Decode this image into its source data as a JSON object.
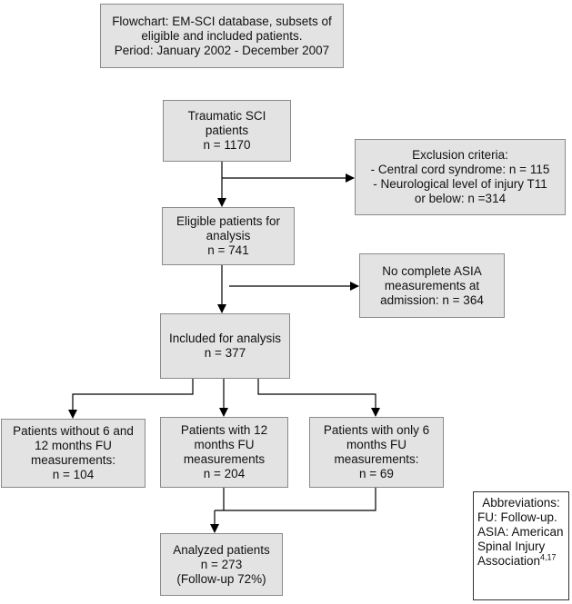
{
  "header_box": {
    "lines": [
      "Flowchart: EM-SCI database, subsets of",
      "eligible and included patients.",
      "Period: January 2002 - December 2007"
    ]
  },
  "traumatic_box": {
    "lines": [
      "Traumatic SCI",
      "patients",
      "n = 1170"
    ]
  },
  "exclusion_box": {
    "lines": [
      "Exclusion criteria:",
      "- Central cord syndrome: n = 115",
      "- Neurological level of injury T11",
      "or below: n =314"
    ]
  },
  "eligible_box": {
    "lines": [
      "Eligible patients for",
      "analysis",
      "n = 741"
    ]
  },
  "no_asia_box": {
    "lines": [
      "No complete ASIA",
      "measurements at",
      "admission: n = 364"
    ]
  },
  "included_box": {
    "lines": [
      "Included for analysis",
      "n = 377"
    ]
  },
  "without_box": {
    "lines": [
      "Patients without 6 and",
      "12 months FU",
      "measurements:",
      "n = 104"
    ]
  },
  "with12_box": {
    "lines": [
      "Patients with 12",
      "months FU",
      "measurements",
      "n = 204"
    ]
  },
  "only6_box": {
    "lines": [
      "Patients with only 6",
      "months FU",
      "measurements:",
      "n = 69"
    ]
  },
  "analyzed_box": {
    "lines": [
      "Analyzed patients",
      "n = 273",
      "(Follow-up 72%)"
    ]
  },
  "abbreviations": {
    "title": "Abbreviations:",
    "fu": "FU: Follow-up.",
    "asia_line1": "ASIA: American",
    "asia_line2": "Spinal Injury",
    "asia_line3": "Association",
    "asia_ref": "4,17"
  },
  "colors": {
    "box_fill": "#e3e3e3",
    "box_border": "#8a8a8a",
    "arrow": "#000000"
  }
}
